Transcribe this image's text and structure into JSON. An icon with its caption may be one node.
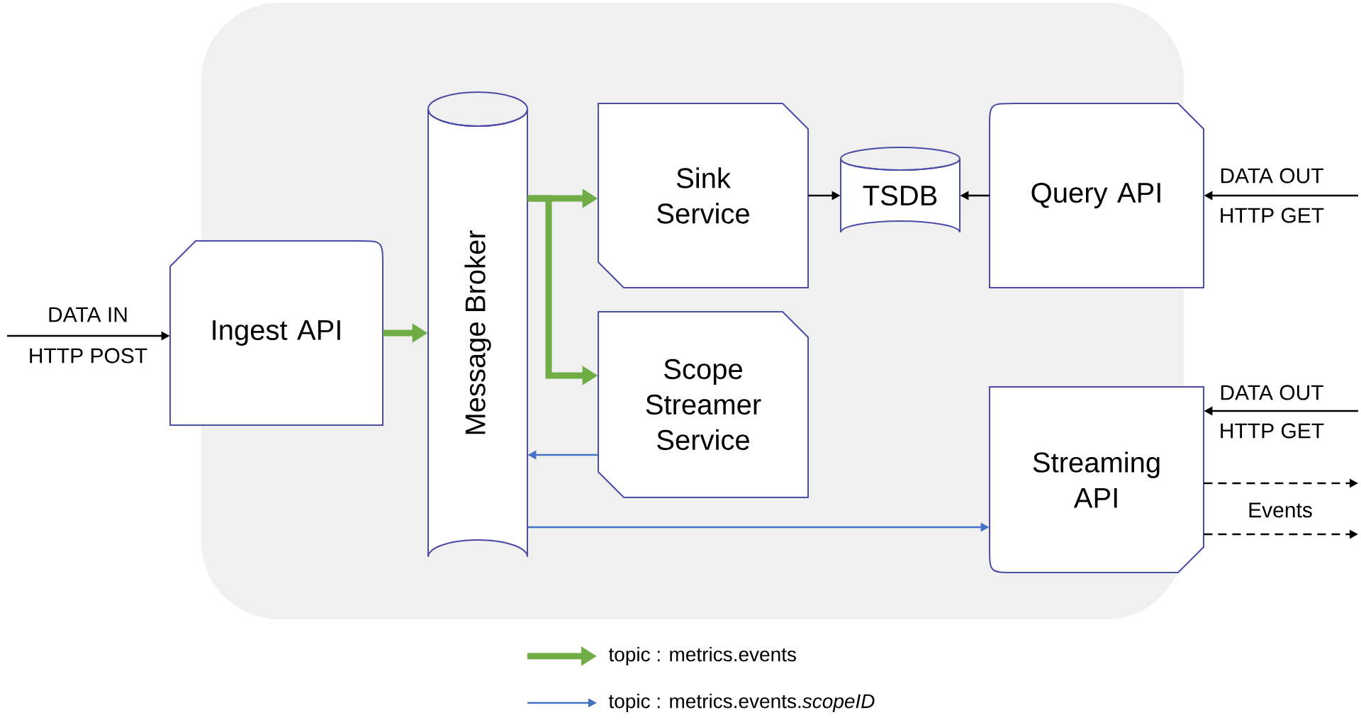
{
  "diagram": {
    "nodes": [
      {
        "text": [
          "Ingest API"
        ]
      },
      {
        "text": [
          "Message Broker"
        ]
      },
      {
        "text": [
          "Sink Service"
        ]
      },
      {
        "text": [
          "Scope Streamer Service"
        ]
      },
      {
        "text": [
          "TSDB"
        ]
      },
      {
        "text": [
          "Query API"
        ]
      },
      {
        "text": [
          "Streaming API"
        ]
      }
    ],
    "edges": [
      {
        "from": null,
        "to": 0,
        "arrow": "to",
        "label": "DATA IN"
      },
      {
        "from": 0,
        "to": 1,
        "arrow": "to",
        "style": "thick",
        "color": "#70ad47"
      },
      {
        "from": 1,
        "to": 2,
        "arrow": "to",
        "style": "thick",
        "color": "#70ad47"
      },
      {
        "from": 1,
        "to": 3,
        "arrow": "to",
        "style": "thick",
        "color": "#70ad47"
      },
      {
        "from": 3,
        "to": 1,
        "arrow": "to",
        "color": "#4472c4"
      },
      {
        "from": 1,
        "to": 6,
        "arrow": "to",
        "color": "#4472c4"
      },
      {
        "from": 2,
        "to": 4,
        "arrow": "to"
      },
      {
        "from": 5,
        "to": 4,
        "arrow": "to"
      },
      {
        "from": null,
        "to": 5,
        "arrow": "to",
        "label": "DATA OUT"
      },
      {
        "from": null,
        "to": 6,
        "arrow": "to",
        "label": "DATA OUT"
      },
      {
        "from": 6,
        "to": null,
        "arrow": "to",
        "style": "dashed"
      },
      {
        "from": 6,
        "to": null,
        "arrow": "to",
        "style": "dashed",
        "label": "Events"
      }
    ],
    "labels": [
      "HTTP POST",
      "HTTP GET",
      "HTTP GET"
    ],
    "legend": [
      {
        "text": "topic : metrics.events"
      },
      {
        "text": "topic : metrics.events.*scopeID*"
      }
    ]
  }
}
